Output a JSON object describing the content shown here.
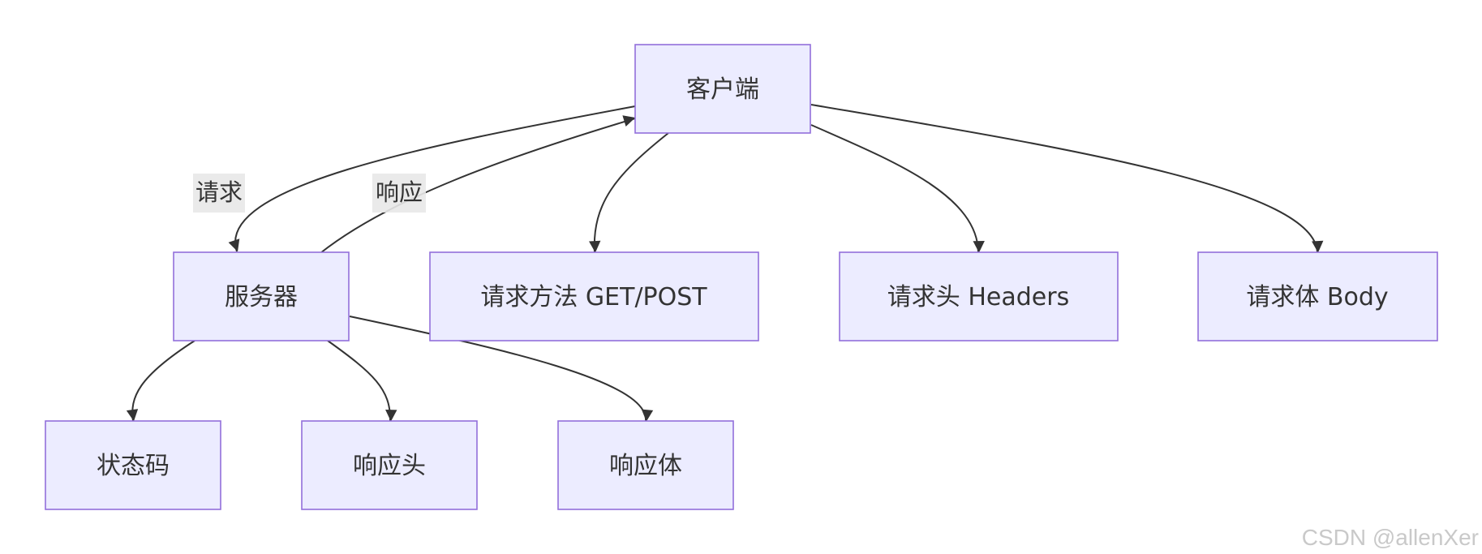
{
  "nodes": {
    "client": "客户端",
    "server": "服务器",
    "method": "请求方法 GET/POST",
    "req_headers": "请求头 Headers",
    "req_body": "请求体 Body",
    "status": "状态码",
    "resp_headers": "响应头",
    "resp_body": "响应体"
  },
  "edge_labels": {
    "request": "请求",
    "response": "响应"
  },
  "watermark": "CSDN @allenXer"
}
